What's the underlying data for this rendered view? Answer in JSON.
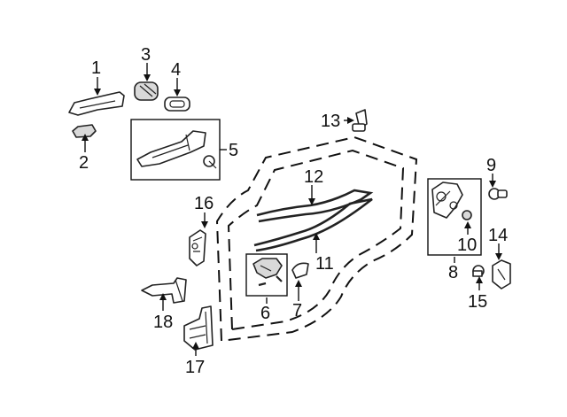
{
  "callouts": [
    "1",
    "2",
    "3",
    "4",
    "5",
    "6",
    "7",
    "8",
    "9",
    "10",
    "11",
    "12",
    "13",
    "14",
    "15",
    "16",
    "17",
    "18"
  ],
  "colors": {
    "line": "#111111",
    "background": "#ffffff",
    "part_fill": "#d9d9d9"
  }
}
